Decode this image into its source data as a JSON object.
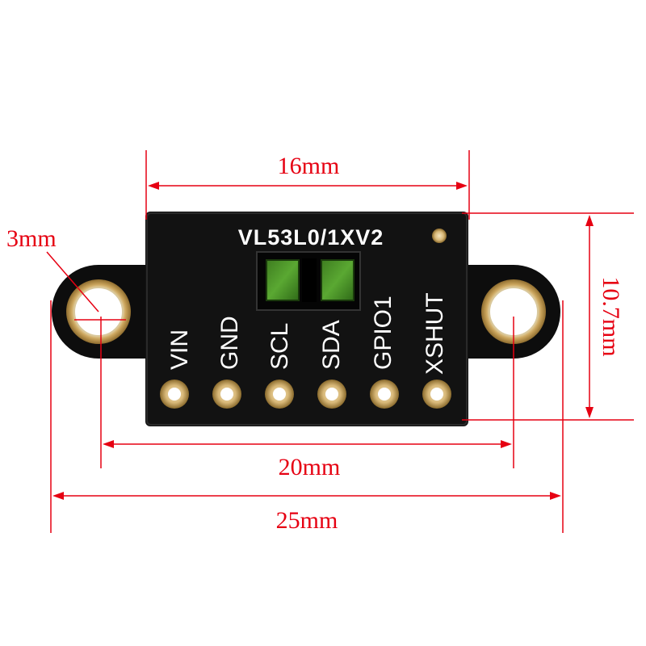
{
  "board": {
    "title": "VL53L0/1XV2",
    "pins": [
      "VIN",
      "GND",
      "SCL",
      "SDA",
      "GPIO1",
      "XSHUT"
    ]
  },
  "dimensions": {
    "width_top": "16mm",
    "height_right": "10.7mm",
    "hole": "3mm",
    "hole_spacing": "20mm",
    "total_width": "25mm"
  },
  "colors": {
    "dimension": "#e60012",
    "pcb": "#111111",
    "silkscreen": "#ffffff",
    "gold": "#c8a25a",
    "sensor_window": "#4f9a2c"
  }
}
